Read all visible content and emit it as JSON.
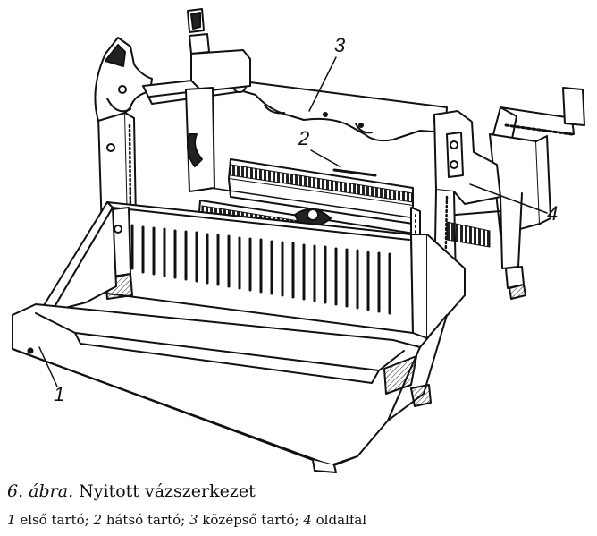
{
  "figure": {
    "callouts": [
      "1",
      "2",
      "3",
      "4"
    ]
  },
  "caption": {
    "figure_number": "6. ábra.",
    "title": "Nyitott vázszerkezet",
    "legend": [
      {
        "num": "1",
        "text": " első tartó; "
      },
      {
        "num": "2",
        "text": " hátsó tartó; "
      },
      {
        "num": "3",
        "text": " középső tartó; "
      },
      {
        "num": "4",
        "text": " oldalfal"
      }
    ]
  },
  "colors": {
    "ink": "#111111",
    "paper": "#ffffff"
  }
}
